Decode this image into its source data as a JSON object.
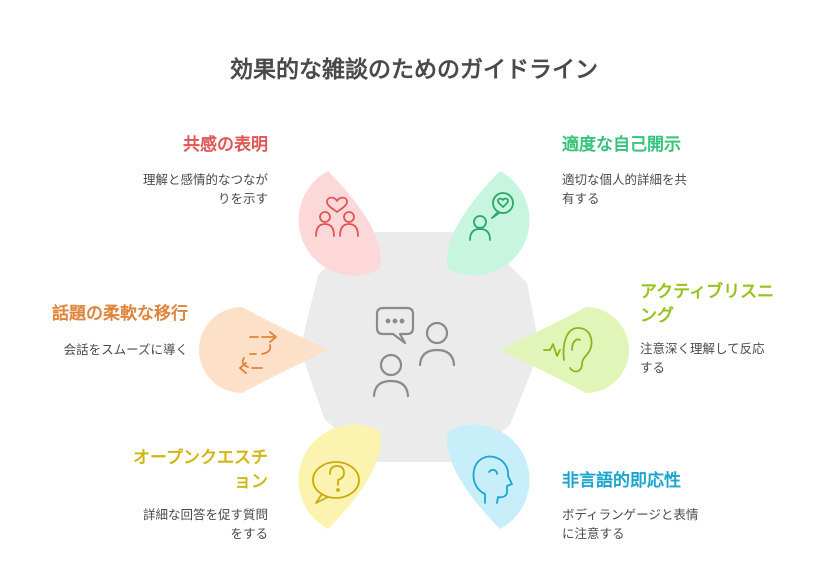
{
  "title": "効果的な雑談のためのガイドライン",
  "colors": {
    "empathy": "#e25555",
    "disclosure": "#36c37a",
    "listening": "#96c21e",
    "transition": "#e0843a",
    "question": "#d2b617",
    "nonverbal": "#1ba6cf",
    "center": "#ebebeb"
  },
  "items": [
    {
      "key": "empathy",
      "label": "共感の表明",
      "desc": [
        "理解と感情的なつなが",
        "りを示す"
      ],
      "icon": "heart-people-icon"
    },
    {
      "key": "disclosure",
      "label": "適度な自己開示",
      "desc": [
        "適切な個人的詳細を共",
        "有する"
      ],
      "icon": "person-speech-heart-icon"
    },
    {
      "key": "listening",
      "label": [
        "アクティブリスニ",
        "ング"
      ],
      "desc": [
        "注意深く理解して反応",
        "する"
      ],
      "icon": "ear-icon"
    },
    {
      "key": "transition",
      "label": "話題の柔軟な移行",
      "desc": [
        "会話をスムーズに導く"
      ],
      "icon": "dashed-arrows-icon"
    },
    {
      "key": "question",
      "label": [
        "オープンクエスチ",
        "ョン"
      ],
      "desc": [
        "詳細な回答を促す質問",
        "をする"
      ],
      "icon": "question-bubble-icon"
    },
    {
      "key": "nonverbal",
      "label": "非言語的即応性",
      "desc": [
        "ボディランゲージと表情",
        "に注意する"
      ],
      "icon": "head-profile-icon"
    }
  ]
}
